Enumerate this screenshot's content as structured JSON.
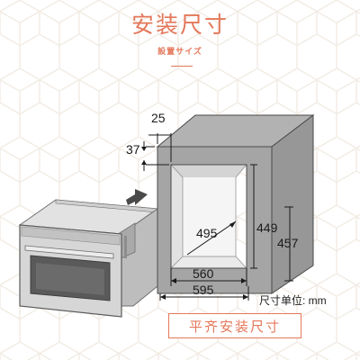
{
  "header": {
    "title": "安装尺寸",
    "subtitle": "設置サイズ"
  },
  "dimensions": {
    "top_gap": "25",
    "side_gap": "37",
    "inner_depth": "495",
    "inner_height": "449",
    "outer_height": "457",
    "inner_width": "560",
    "outer_width": "595"
  },
  "unit_note": "尺寸单位: mm",
  "install_button": "平齐安装尺寸",
  "colors": {
    "accent": "#e4775a",
    "cabinet": "#9c9c9c",
    "background_pattern": "#f3eee7"
  }
}
